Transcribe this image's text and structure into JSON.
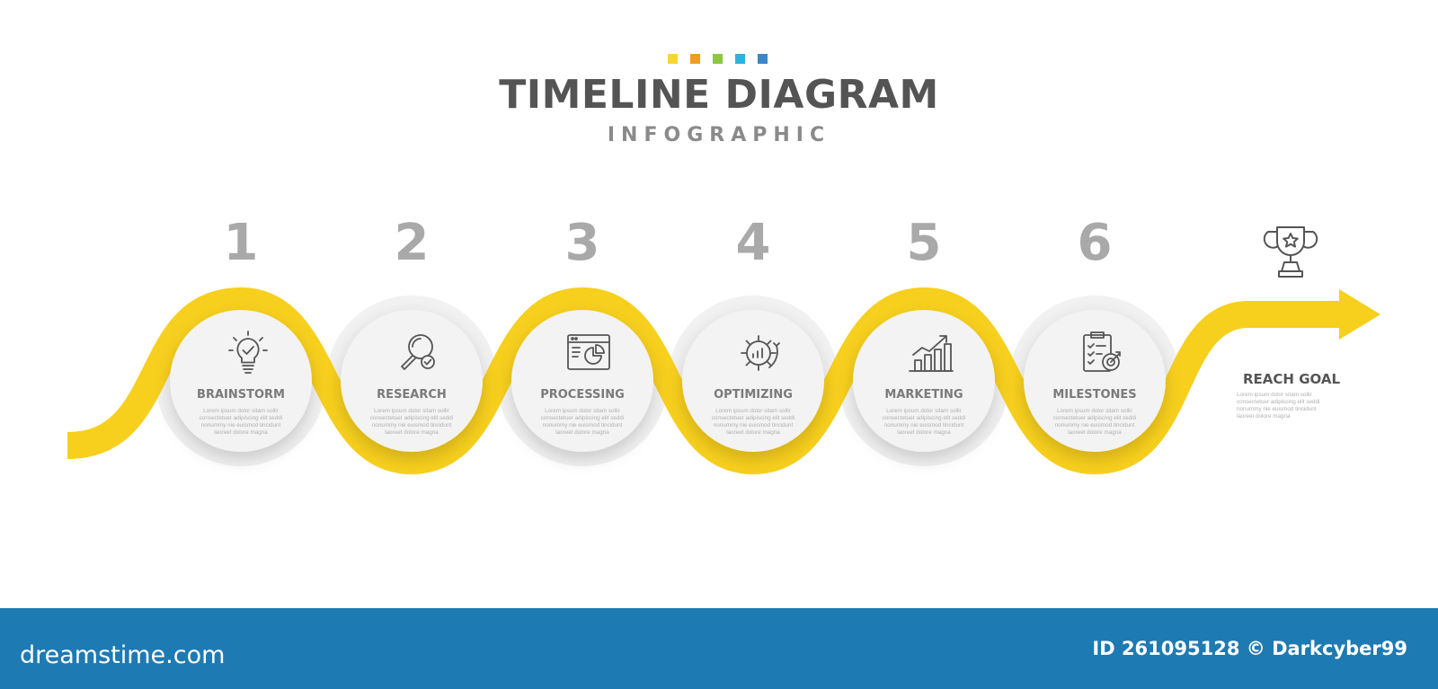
{
  "header": {
    "title": "TIMELINE DIAGRAM",
    "subtitle": "INFOGRAPHIC",
    "swatch_colors": [
      "#f6d630",
      "#f39c1f",
      "#8dc63f",
      "#2bb3e0",
      "#3a86c8"
    ]
  },
  "colors": {
    "road": "#f7cf1d",
    "road_dark": "#e7b80a",
    "circle": "#f3f3f3",
    "icon": "#555555"
  },
  "steps": [
    {
      "number": "1",
      "label": "BRAINSTORM",
      "icon": "lightbulb-check-icon",
      "desc": [
        "Lorem ipsum dolor sitam sollir",
        "consectetuer adipiscing elit seddi",
        "nonummy nie euismod tincidunt",
        "laoreet dolore magna"
      ]
    },
    {
      "number": "2",
      "label": "RESEARCH",
      "icon": "magnifier-check-icon",
      "desc": [
        "Lorem ipsum dolor sitam sollir",
        "consectetuer adipiscing elit seddi",
        "nonummy nie euismod tincidunt",
        "laoreet dolore magna"
      ]
    },
    {
      "number": "3",
      "label": "PROCESSING",
      "icon": "browser-chart-icon",
      "desc": [
        "Lorem ipsum dolor sitam sollir",
        "consectetuer adipiscing elit seddi",
        "nonummy nie euismod tincidunt",
        "laoreet dolore magna"
      ]
    },
    {
      "number": "4",
      "label": "OPTIMIZING",
      "icon": "gear-chart-icon",
      "desc": [
        "Lorem ipsum dolor sitam sollir",
        "consectetuer adipiscing elit seddi",
        "nonummy nie euismod tincidunt",
        "laoreet dolore magna"
      ]
    },
    {
      "number": "5",
      "label": "MARKETING",
      "icon": "bar-chart-growth-icon",
      "desc": [
        "Lorem ipsum dolor sitam sollir",
        "consectetuer adipiscing elit seddi",
        "nonummy nie euismod tincidunt",
        "laoreet dolore magna"
      ]
    },
    {
      "number": "6",
      "label": "MILESTONES",
      "icon": "checklist-target-icon",
      "desc": [
        "Lorem ipsum dolor sitam sollir",
        "consectetuer adipiscing elit seddi",
        "nonummy nie euismod tincidunt",
        "laoreet dolore magna"
      ]
    }
  ],
  "goal": {
    "title": "REACH GOAL",
    "icon": "trophy-icon",
    "desc": [
      "Lorem ipsum dolor sitam sollir",
      "consectetuer adipiscing elit seddi",
      "nonummy nie euismod tincidunt",
      "laoreet dolore magna"
    ]
  },
  "footer": {
    "brand": "dreamstime.com",
    "id_text": "ID 261095128 © Darkcyber99"
  }
}
